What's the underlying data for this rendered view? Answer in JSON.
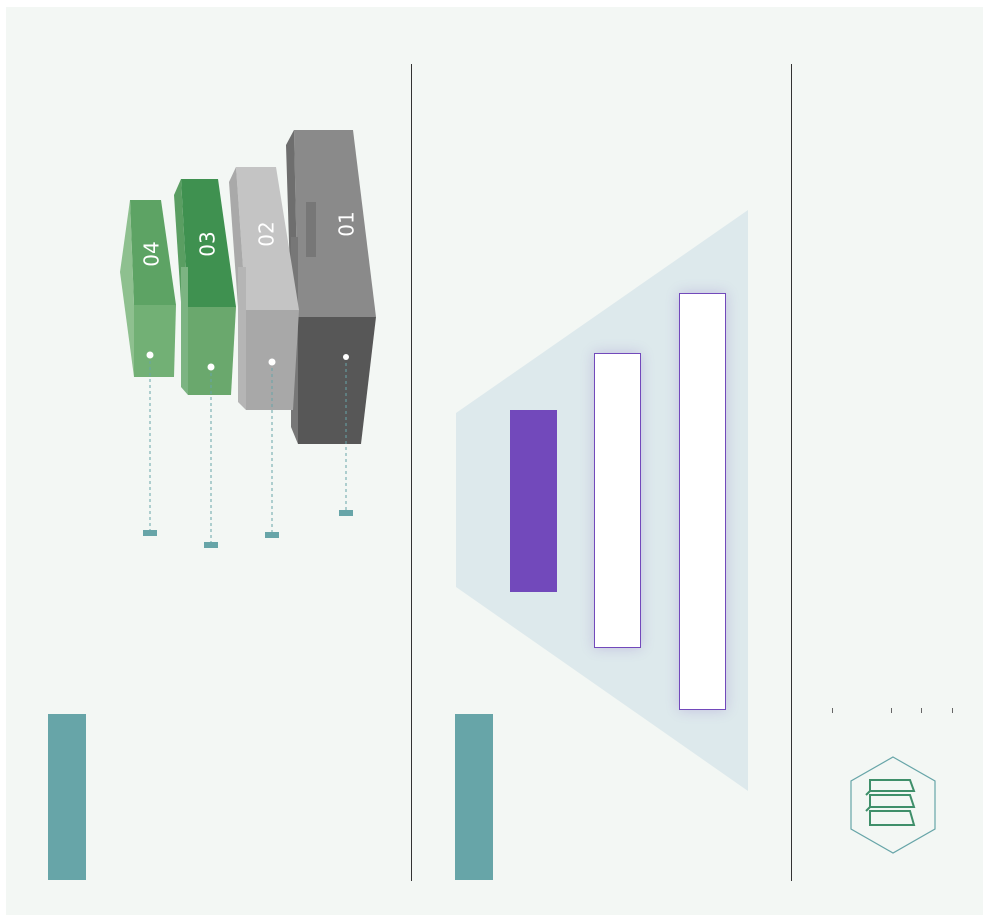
{
  "steps": [
    {
      "label": "01",
      "color": "#808080"
    },
    {
      "label": "02",
      "color": "#c0c0c0"
    },
    {
      "label": "03",
      "color": "#3f9150"
    },
    {
      "label": "04",
      "color": "#5da364"
    }
  ],
  "colors": {
    "background": "#f3f7f4",
    "teal": "#67a5a8",
    "purple": "#7249bb",
    "funnel": "#dde9ec"
  },
  "icons": [
    "layers-icon"
  ]
}
